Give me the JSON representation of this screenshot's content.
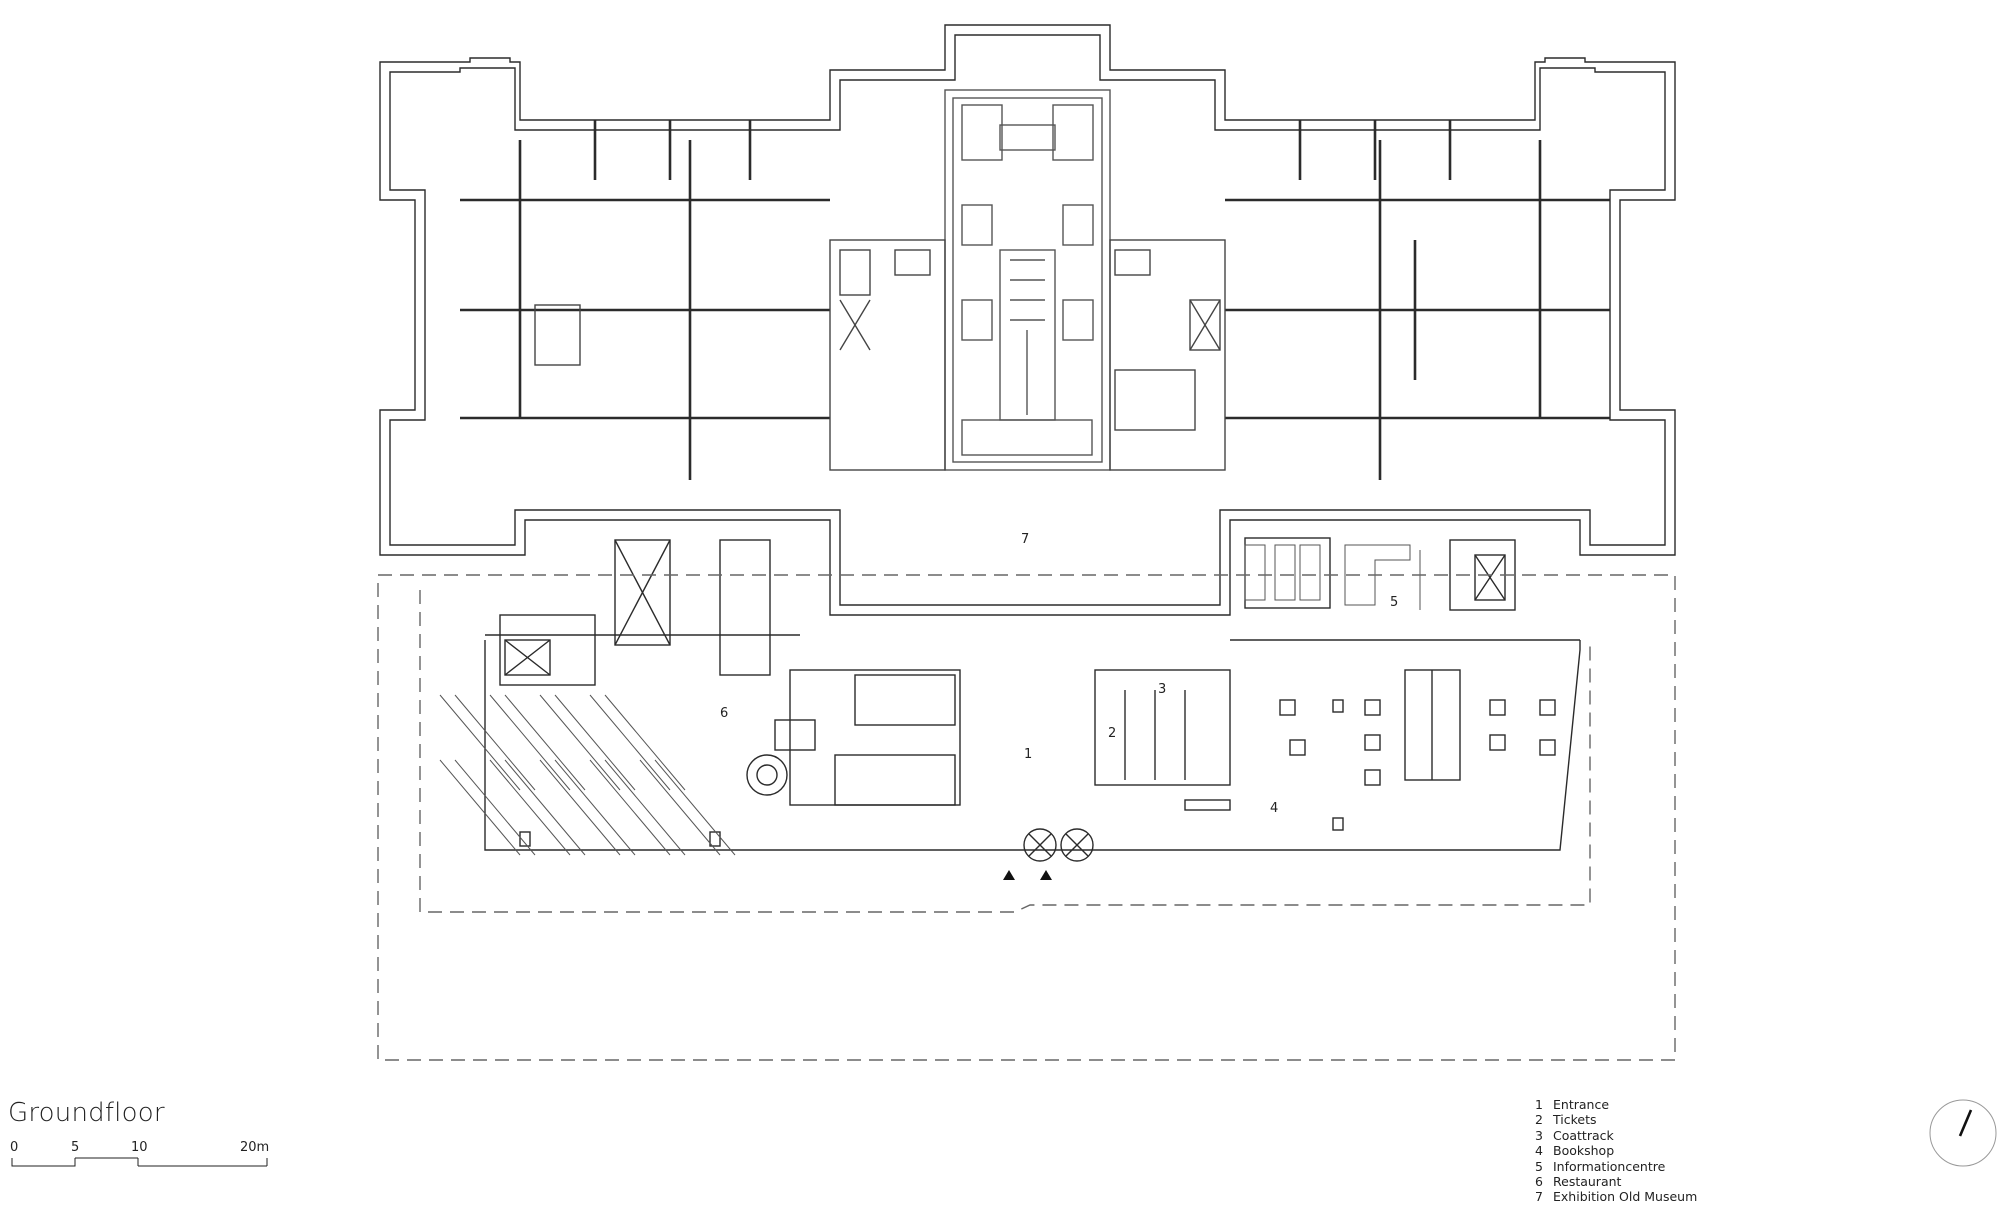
{
  "title": "Groundfloor",
  "scale": {
    "ticks": [
      "0",
      "5",
      "10",
      "20m"
    ]
  },
  "legend": [
    {
      "num": "1",
      "label": "Entrance"
    },
    {
      "num": "2",
      "label": "Tickets"
    },
    {
      "num": "3",
      "label": "Coattrack"
    },
    {
      "num": "4",
      "label": "Bookshop"
    },
    {
      "num": "5",
      "label": "Informationcentre"
    },
    {
      "num": "6",
      "label": "Restaurant"
    },
    {
      "num": "7",
      "label": "Exhibition Old Museum"
    }
  ],
  "room_labels": {
    "r1": "1",
    "r2": "2",
    "r3": "3",
    "r4": "4",
    "r5": "5",
    "r6": "6",
    "r7": "7"
  },
  "colors": {
    "line": "#2b2b2b",
    "light_line": "#8a8a8a"
  }
}
